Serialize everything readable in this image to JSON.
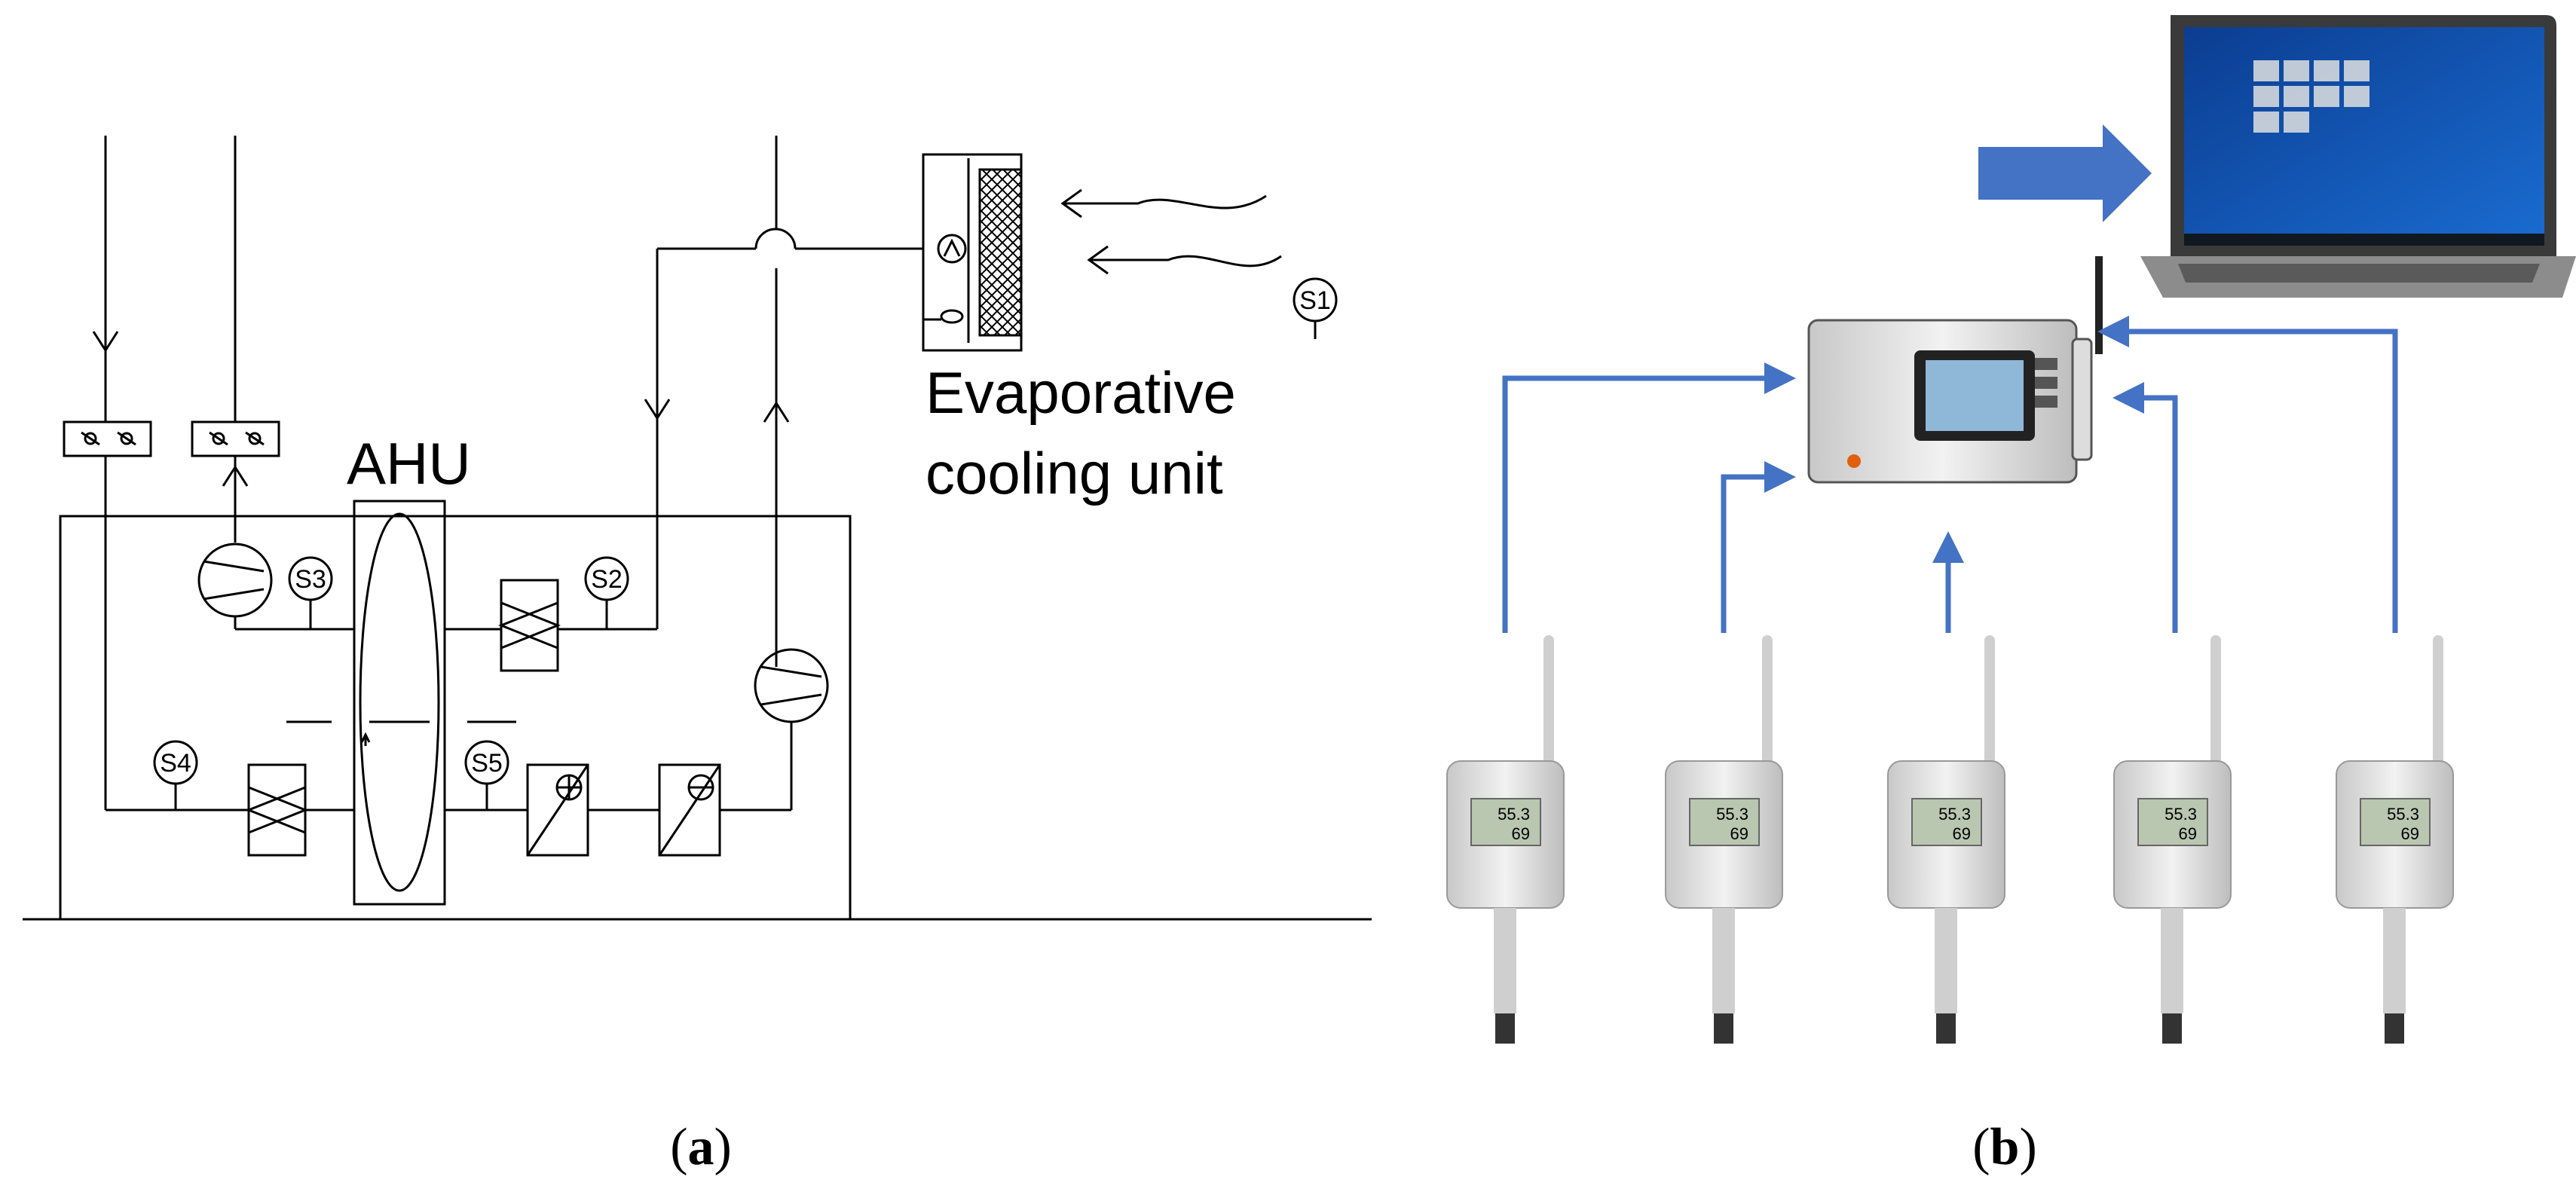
{
  "panel_a": {
    "caption_open": "(",
    "caption_letter": "a",
    "caption_close": ")",
    "ahu_label": "AHU",
    "evaporative_label_line1": "Evaporative",
    "evaporative_label_line2": "cooling unit",
    "sensors": {
      "s1": "S1",
      "s2": "S2",
      "s3": "S3",
      "s4": "S4",
      "s5": "S5"
    }
  },
  "panel_b": {
    "caption_open": "(",
    "caption_letter": "b",
    "caption_close": ")",
    "logger_readings": {
      "top": "55.3",
      "bottom": "69"
    }
  },
  "colors": {
    "signal_arrow": "#4472c4",
    "data_arrow": "#4472c4",
    "line": "#000000"
  },
  "icons": [
    "fan-icon",
    "heat-exchanger-icon",
    "heater-icon",
    "cooler-icon",
    "damper-icon",
    "rotary-wheel-icon",
    "sensor-icon",
    "laptop-icon",
    "base-station-icon",
    "wireless-logger-icon",
    "arrow-icon"
  ]
}
